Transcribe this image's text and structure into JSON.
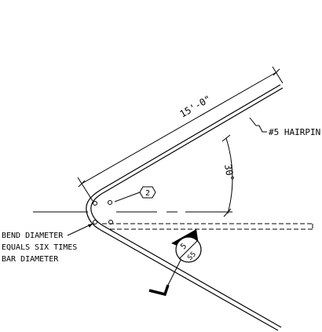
{
  "drawing": {
    "dimension_length": "15'-0\"",
    "bar_label": "#5 HAIRPIN",
    "angle_label": "30°",
    "callout_number": "2",
    "bend_note": [
      "BEND DIAMETER",
      "EQUALS SIX TIMES",
      "BAR DIAMETER"
    ],
    "section_marker": {
      "number": "5",
      "sheet": "S5"
    }
  },
  "colors": {
    "ink": "#000000",
    "background": "#ffffff"
  }
}
